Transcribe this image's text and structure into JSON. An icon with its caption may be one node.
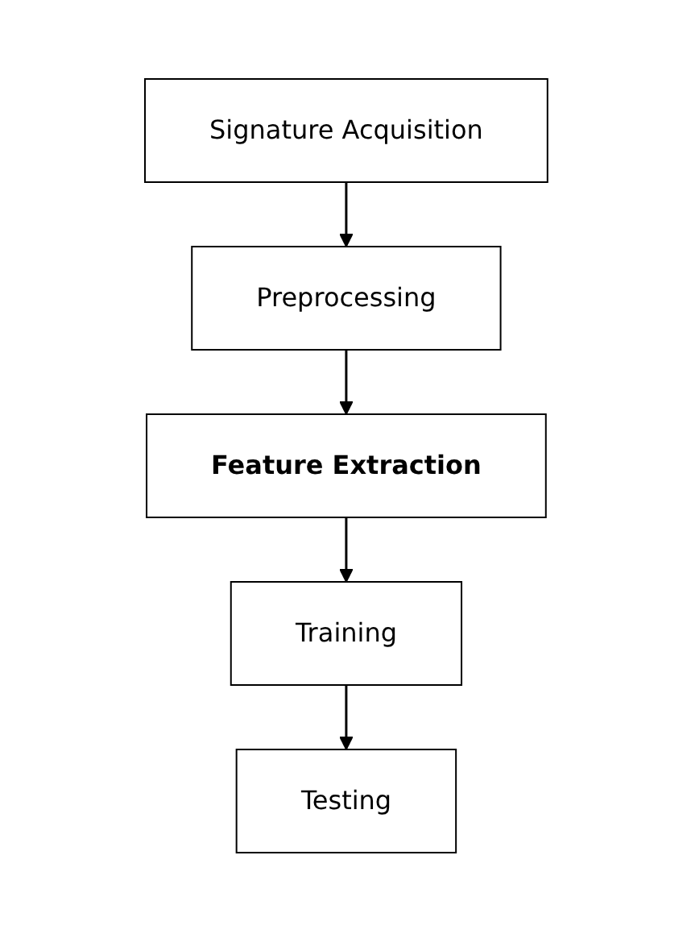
{
  "diagram": {
    "nodes": [
      {
        "text": [
          "Signature Acquisition"
        ]
      },
      {
        "text": [
          "Preprocessing"
        ]
      },
      {
        "text": [
          "Feature Extraction"
        ]
      },
      {
        "text": [
          "Training"
        ]
      },
      {
        "text": [
          "Testing"
        ]
      }
    ],
    "edges": [
      {
        "from": 0,
        "to": 1,
        "arrow": "to"
      },
      {
        "from": 1,
        "to": 2,
        "arrow": "to"
      },
      {
        "from": 2,
        "to": 3,
        "arrow": "to"
      },
      {
        "from": 3,
        "to": 4,
        "arrow": "to"
      }
    ]
  }
}
